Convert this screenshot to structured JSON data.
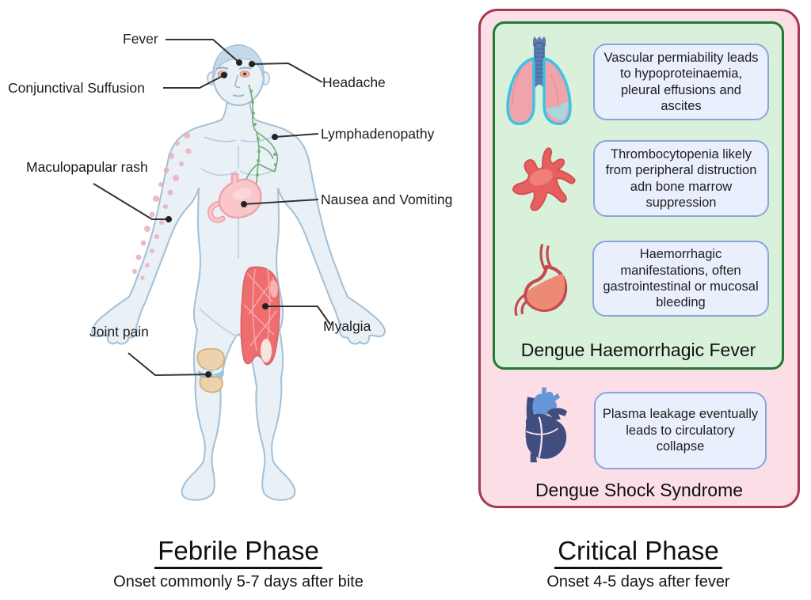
{
  "figure_title": "Dengue fever clinical phases diagram",
  "febrile": {
    "title": "Febrile Phase",
    "subtitle": "Onset commonly 5-7 days after bite",
    "labels": [
      {
        "id": "fever",
        "text": "Fever"
      },
      {
        "id": "headache",
        "text": "Headache"
      },
      {
        "id": "conjunctival-suffusion",
        "text": "Conjunctival Suffusion"
      },
      {
        "id": "lymphadenopathy",
        "text": "Lymphadenopathy"
      },
      {
        "id": "maculopapular-rash",
        "text": "Maculopapular rash"
      },
      {
        "id": "nausea-vomiting",
        "text": "Nausea and Vomiting"
      },
      {
        "id": "joint-pain",
        "text": "Joint pain"
      },
      {
        "id": "myalgia",
        "text": "Myalgia"
      }
    ]
  },
  "critical": {
    "title": "Critical Phase",
    "subtitle": "Onset 4-5 days after fever",
    "dhf": {
      "label": "Dengue Haemorrhagic Fever",
      "items": [
        {
          "icon": "lungs-icon",
          "text": "Vascular permiability leads to hypoproteinaemia, pleural effusions and ascites"
        },
        {
          "icon": "platelet-icon",
          "text": "Thrombocytopenia likely from peripheral distruction adn bone marrow suppression"
        },
        {
          "icon": "stomach-icon",
          "text": "Haemorrhagic manifestations, often gastrointestinal or mucosal bleeding"
        }
      ]
    },
    "dss": {
      "label": "Dengue Shock Syndrome",
      "items": [
        {
          "icon": "heart-icon",
          "text": "Plasma leakage eventually leads to circulatory collapse"
        }
      ]
    }
  },
  "colors": {
    "outer_panel_bg": "#fbdee6",
    "outer_panel_border": "#a63a52",
    "inner_panel_bg": "#d9f0da",
    "inner_panel_border": "#1f7a33",
    "info_box_bg": "#e9effc",
    "info_box_border": "#8aa5db",
    "pointer_line": "#333333",
    "body_skin": "#e9f0f6",
    "body_outline": "#a3c0d6",
    "hair": "#c6d9e8",
    "lymph_green": "#6fae72",
    "stomach_pink": "#f9c6ca",
    "muscle_red": "#ee6e70",
    "rash_pink": "#e9b0bc",
    "bone_tan": "#ecd3ab",
    "lungs_pink": "#f0a3ab",
    "lungs_cyan": "#3cc2e5",
    "trachea_blue": "#5b7cb0",
    "effusion_blue": "#a9d7df",
    "platelet_red": "#e7605f",
    "stomach_icon_red": "#c44b54",
    "blood_salmon": "#ec8a76",
    "heart_navy": "#3f4e7e",
    "heart_blue": "#6695d8"
  }
}
